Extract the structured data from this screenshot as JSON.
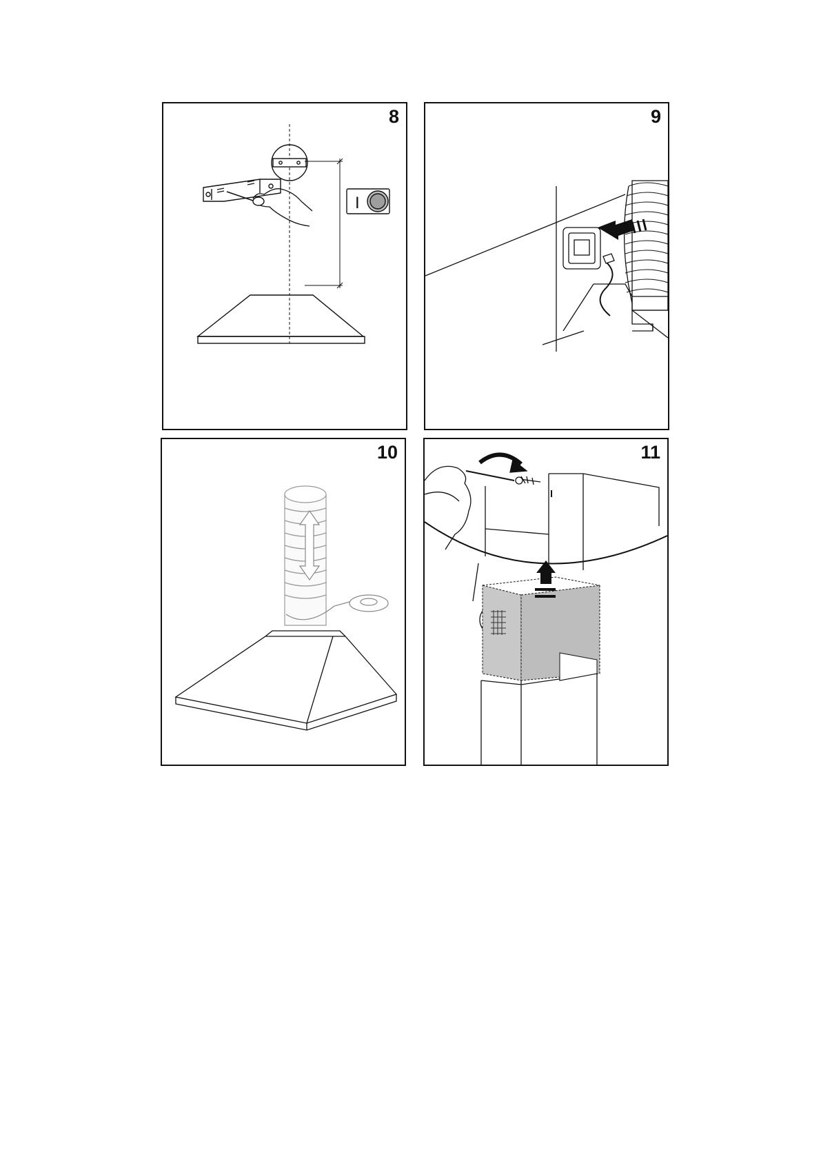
{
  "panels": [
    {
      "step": "8"
    },
    {
      "step": "9"
    },
    {
      "step": "10"
    },
    {
      "step": "11"
    }
  ],
  "switch_symbol": "I"
}
